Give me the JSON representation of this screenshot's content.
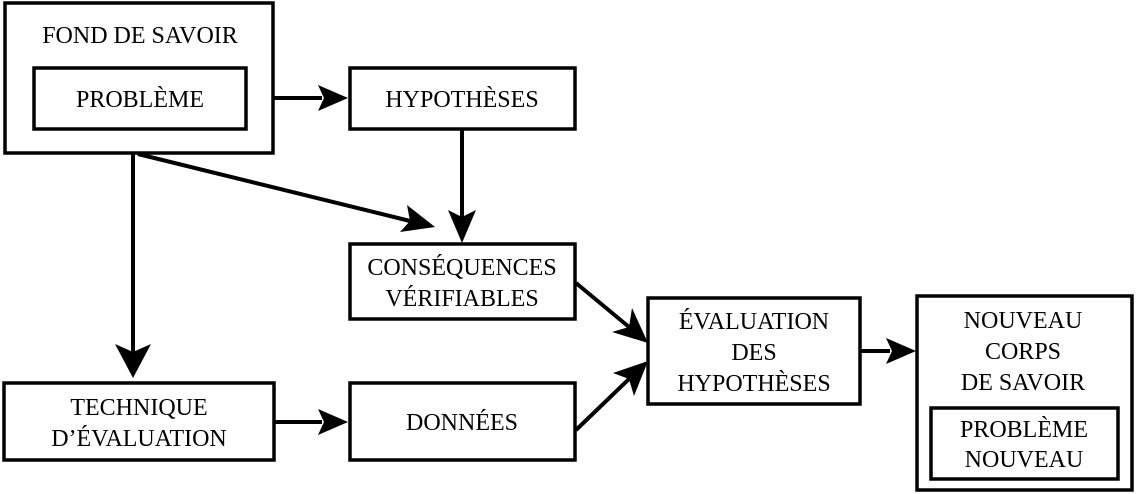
{
  "nodes": {
    "fond": "FOND DE SAVOIR",
    "probleme": "PROBLÈME",
    "hypotheses": "HYPOTHÈSES",
    "consequences": [
      "CONSÉQUENCES",
      "VÉRIFIABLES"
    ],
    "technique": [
      "TECHNIQUE",
      "D’ÉVALUATION"
    ],
    "donnees": "DONNÉES",
    "evaluation": [
      "ÉVALUATION",
      "DES",
      "HYPOTHÈSES"
    ],
    "nouveau": [
      "NOUVEAU",
      "CORPS",
      "DE SAVOIR"
    ],
    "probleme_nouveau": [
      "PROBLÈME",
      "NOUVEAU"
    ]
  },
  "edges": [
    {
      "from": "probleme",
      "to": "hypotheses"
    },
    {
      "from": "hypotheses",
      "to": "consequences"
    },
    {
      "from": "fond",
      "to": "consequences"
    },
    {
      "from": "fond",
      "to": "technique"
    },
    {
      "from": "technique",
      "to": "donnees"
    },
    {
      "from": "consequences",
      "to": "evaluation"
    },
    {
      "from": "donnees",
      "to": "evaluation"
    },
    {
      "from": "evaluation",
      "to": "nouveau"
    }
  ]
}
